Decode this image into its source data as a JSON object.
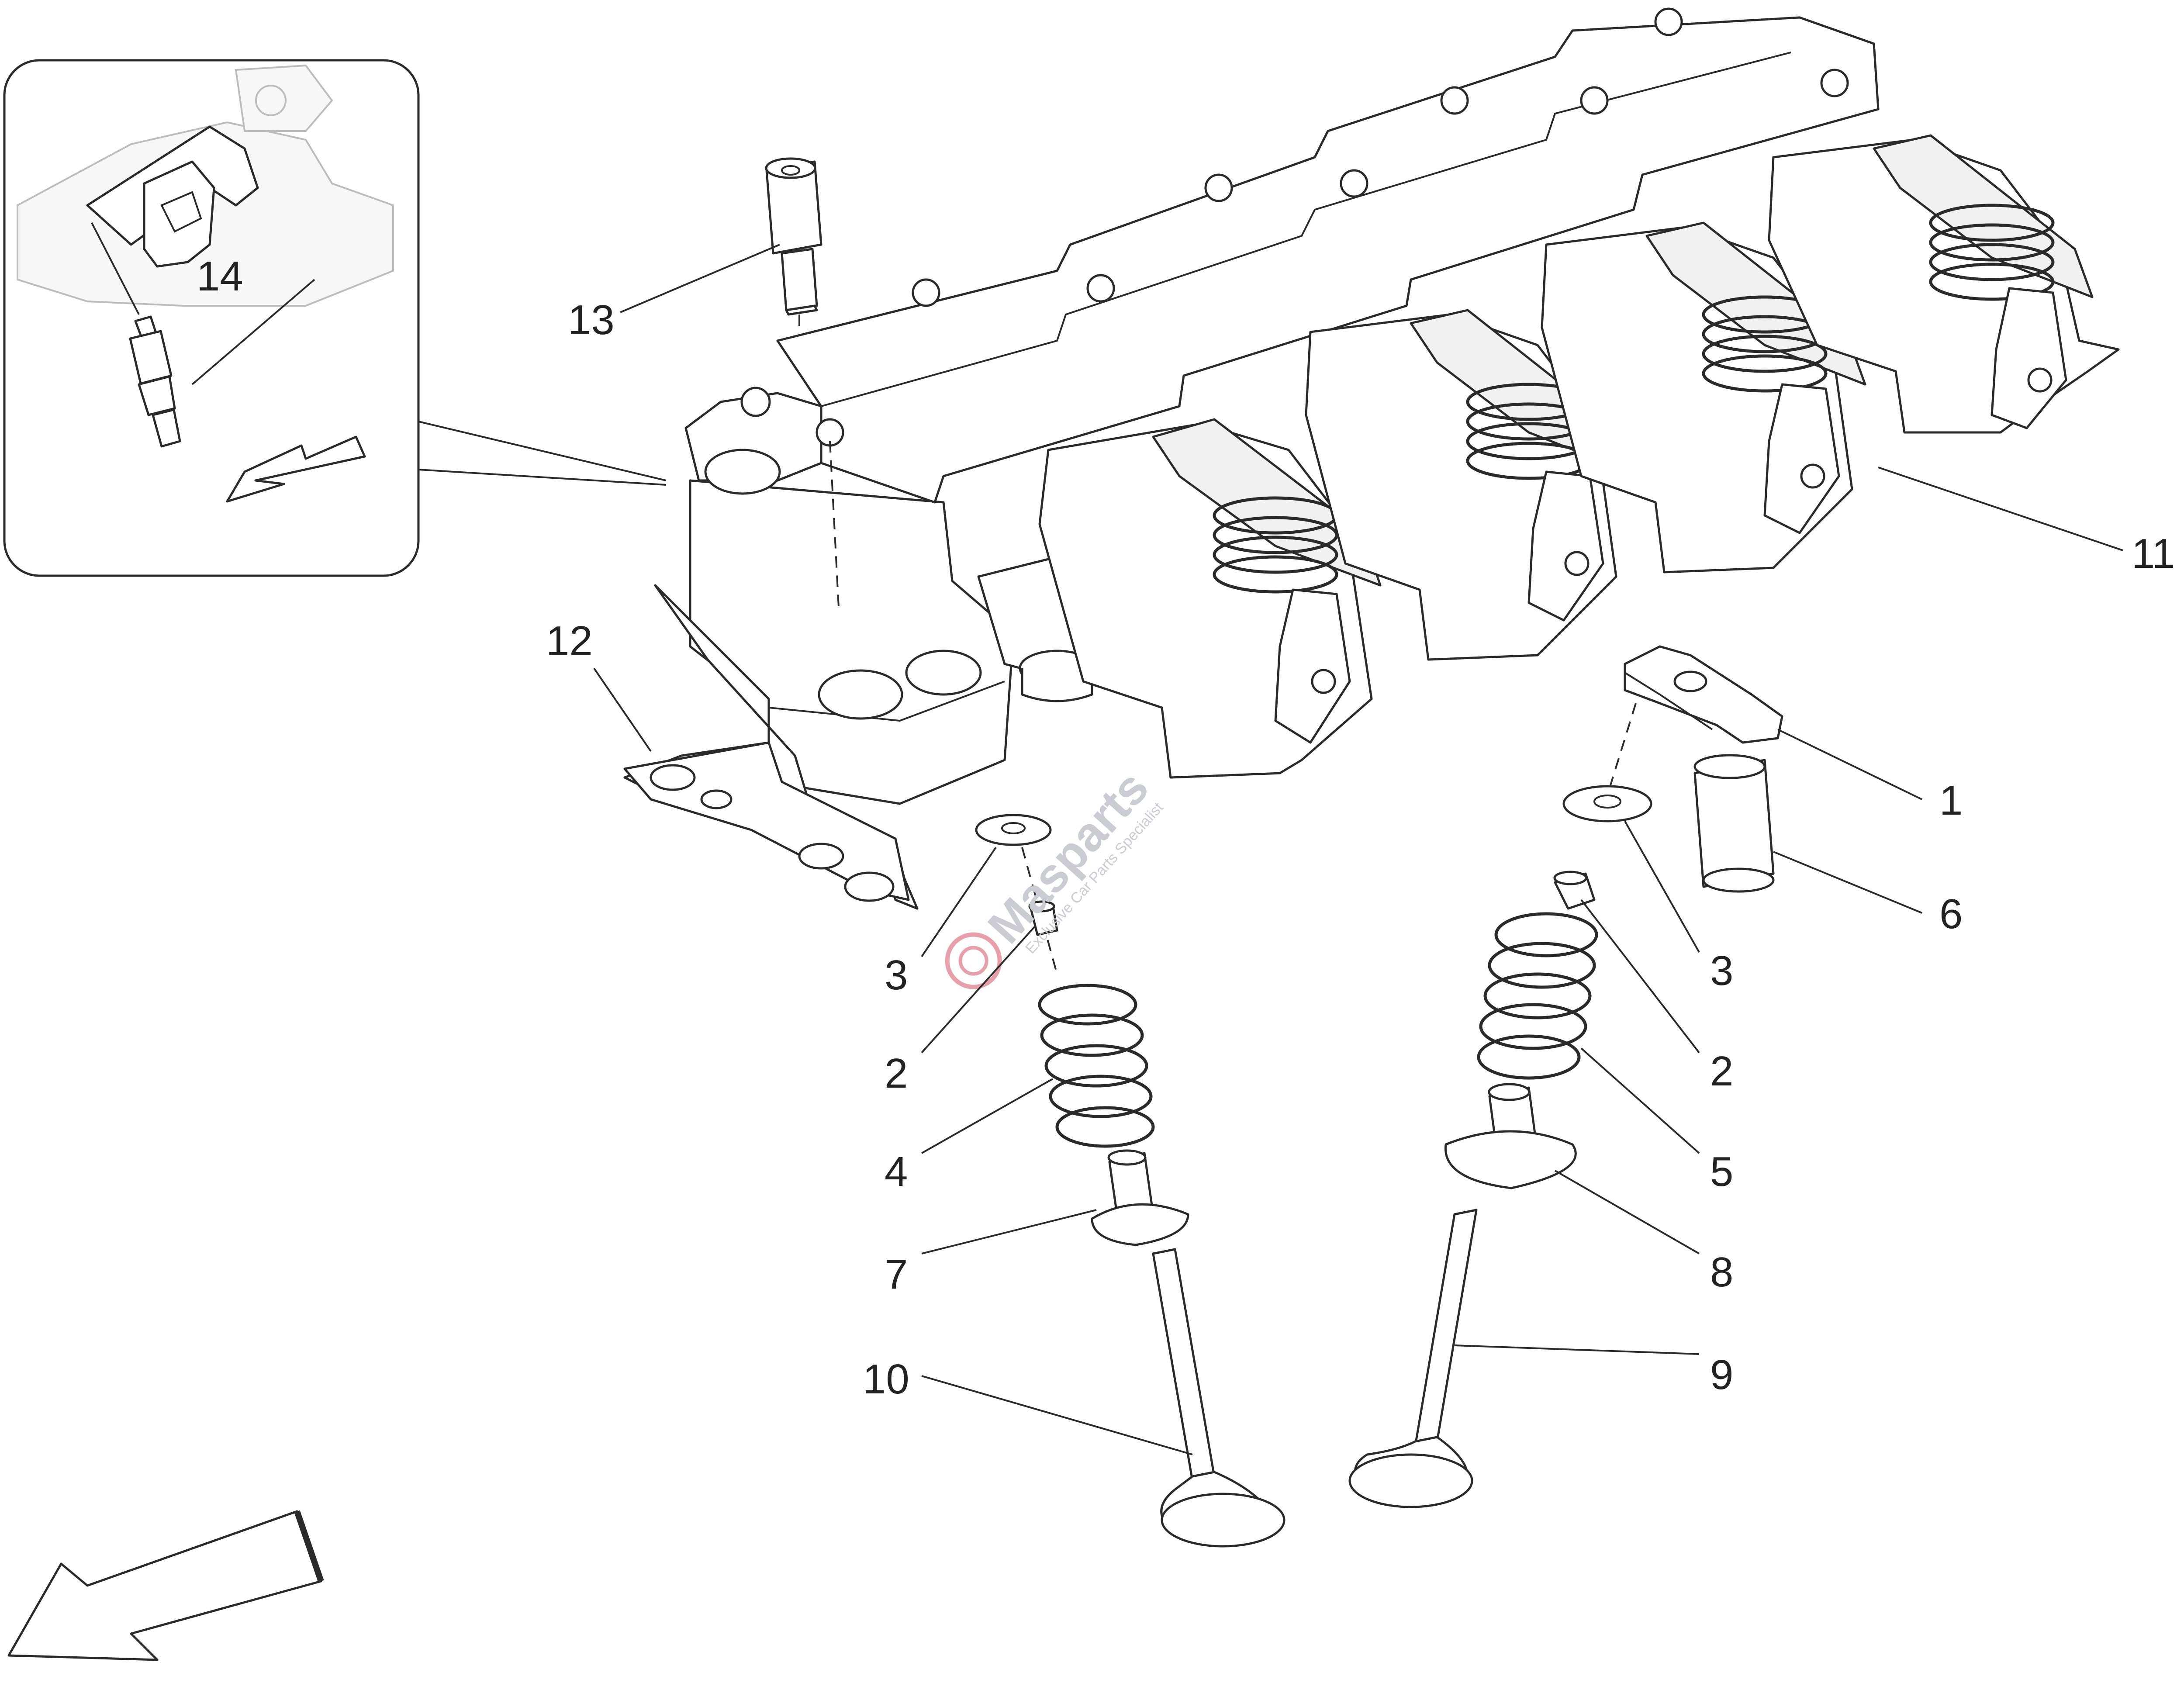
{
  "diagram": {
    "callouts": [
      {
        "id": "1",
        "label": "1"
      },
      {
        "id": "2a",
        "label": "2"
      },
      {
        "id": "2b",
        "label": "2"
      },
      {
        "id": "3a",
        "label": "3"
      },
      {
        "id": "3b",
        "label": "3"
      },
      {
        "id": "4",
        "label": "4"
      },
      {
        "id": "5",
        "label": "5"
      },
      {
        "id": "6",
        "label": "6"
      },
      {
        "id": "7",
        "label": "7"
      },
      {
        "id": "8",
        "label": "8"
      },
      {
        "id": "9",
        "label": "9"
      },
      {
        "id": "10",
        "label": "10"
      },
      {
        "id": "11",
        "label": "11"
      },
      {
        "id": "12",
        "label": "12"
      },
      {
        "id": "13",
        "label": "13"
      },
      {
        "id": "14",
        "label": "14"
      }
    ],
    "watermark": {
      "brand": "Masparts",
      "tagline": "Exclusive Car Parts Specialist",
      "color": "#c9cdd3",
      "accent": "#e8a0a8"
    },
    "line_color": "#2a2a2a",
    "background": "#ffffff"
  }
}
